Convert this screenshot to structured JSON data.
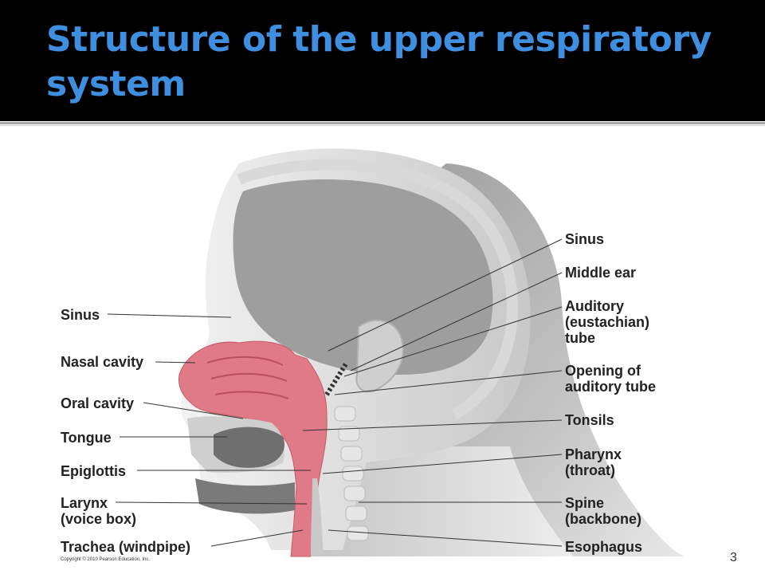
{
  "slide": {
    "title": "Structure of the upper respiratory system",
    "title_color": "#3f8fe0",
    "title_bar_color": "#000000",
    "page_number": "3"
  },
  "diagram": {
    "copyright": "Copyright © 2010 Pearson Education, Inc.",
    "left_labels": {
      "sinus": "Sinus",
      "nasal_cavity": "Nasal cavity",
      "oral_cavity": "Oral cavity",
      "tongue": "Tongue",
      "epiglottis": "Epiglottis",
      "larynx_1": "Larynx",
      "larynx_2": "(voice box)",
      "trachea": "Trachea (windpipe)"
    },
    "right_labels": {
      "sinus": "Sinus",
      "middle_ear": "Middle ear",
      "auditory_1": "Auditory",
      "auditory_2": "(eustachian)",
      "auditory_3": "tube",
      "opening_1": "Opening of",
      "opening_2": "auditory tube",
      "tonsils": "Tonsils",
      "pharynx_1": "Pharynx",
      "pharynx_2": "(throat)",
      "spine_1": "Spine",
      "spine_2": "(backbone)",
      "esophagus": "Esophagus"
    },
    "colors": {
      "airway": "#e07a86",
      "head": "#b5b5b5",
      "skull": "#d9d9d9"
    }
  }
}
